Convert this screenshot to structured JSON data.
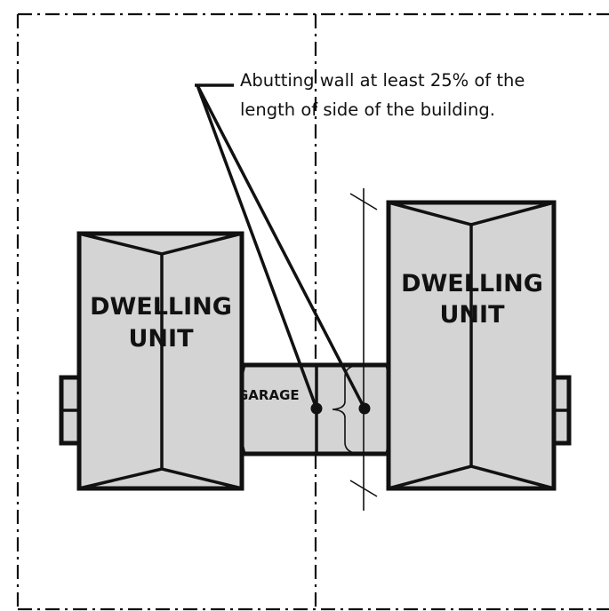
{
  "callout": {
    "line1": "Abutting wall at least 25% of the",
    "line2": "length of side of the building."
  },
  "left_unit": {
    "line1": "DWELLING",
    "line2": "UNIT"
  },
  "right_unit": {
    "line1": "DWELLING",
    "line2": "UNIT"
  },
  "garage": {
    "label": "GARAGE"
  },
  "colors": {
    "building_fill": "#d4d4d4",
    "stroke": "#111111",
    "background": "#ffffff"
  }
}
